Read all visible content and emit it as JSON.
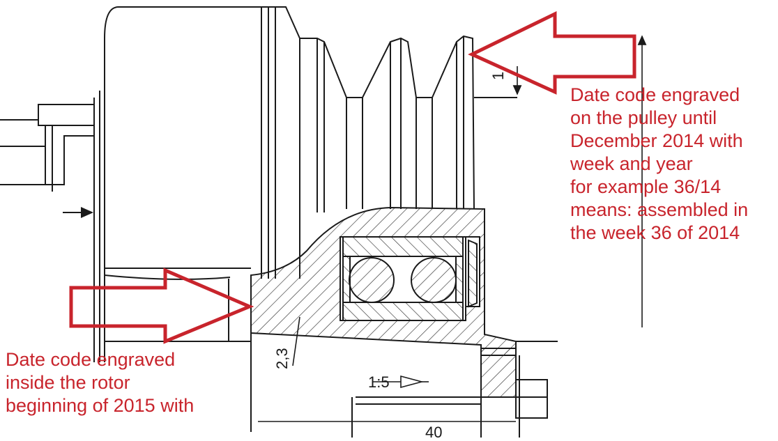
{
  "colors": {
    "line": "#1a1a1a",
    "hatch": "#333333",
    "annotation": "#c8242c",
    "background": "#ffffff"
  },
  "drawing": {
    "dim_2_3": "2,3",
    "dim_40": "40",
    "dim_1": "1",
    "taper_ratio": "1:5"
  },
  "annotations": {
    "top": {
      "lines": [
        "Date code engraved",
        "on the pulley until",
        "December 2014 with",
        "week and year",
        "for example 36/14",
        "means: assembled in",
        "the week 36 of 2014"
      ]
    },
    "bottom": {
      "lines": [
        "Date code engraved",
        "inside the rotor",
        "beginning of 2015 with"
      ]
    }
  }
}
